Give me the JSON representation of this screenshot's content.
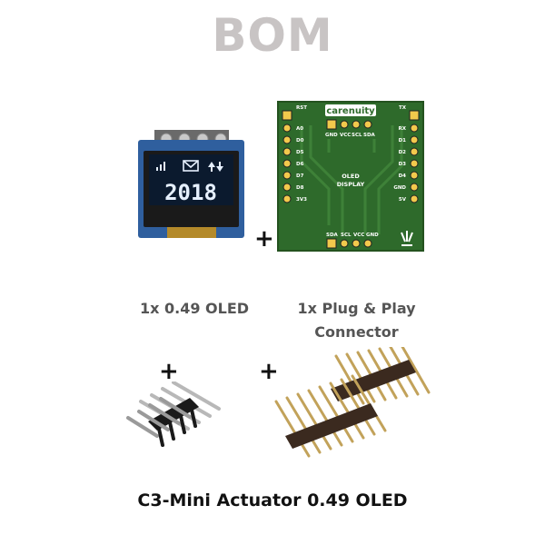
{
  "title": "BOM",
  "plus": "+",
  "oled": {
    "label": "1x 0.49 OLED",
    "screen_text": "2018"
  },
  "connector": {
    "label_line1": "1x Plug & Play",
    "label_line2": "Connector",
    "brand": "carenuity",
    "pins_top": [
      "GND",
      "VCC",
      "SCL",
      "SDA"
    ],
    "pins_bottom": [
      "SDA",
      "SCL",
      "VCC",
      "GND"
    ],
    "center_text_1": "OLED",
    "center_text_2": "DISPLAY",
    "left_pins": [
      "RST",
      "A0",
      "D0",
      "D5",
      "D6",
      "D7",
      "D8",
      "3V3"
    ],
    "right_pins": [
      "TX",
      "RX",
      "D1",
      "D2",
      "D3",
      "D4",
      "GND",
      "5V"
    ]
  },
  "footer": "C3-Mini Actuator 0.49 OLED",
  "colors": {
    "title": "#c8c4c4",
    "pcb_green": "#2e6a2b",
    "oled_blue": "#2f5f9e",
    "screen": "#0b1a2e"
  }
}
